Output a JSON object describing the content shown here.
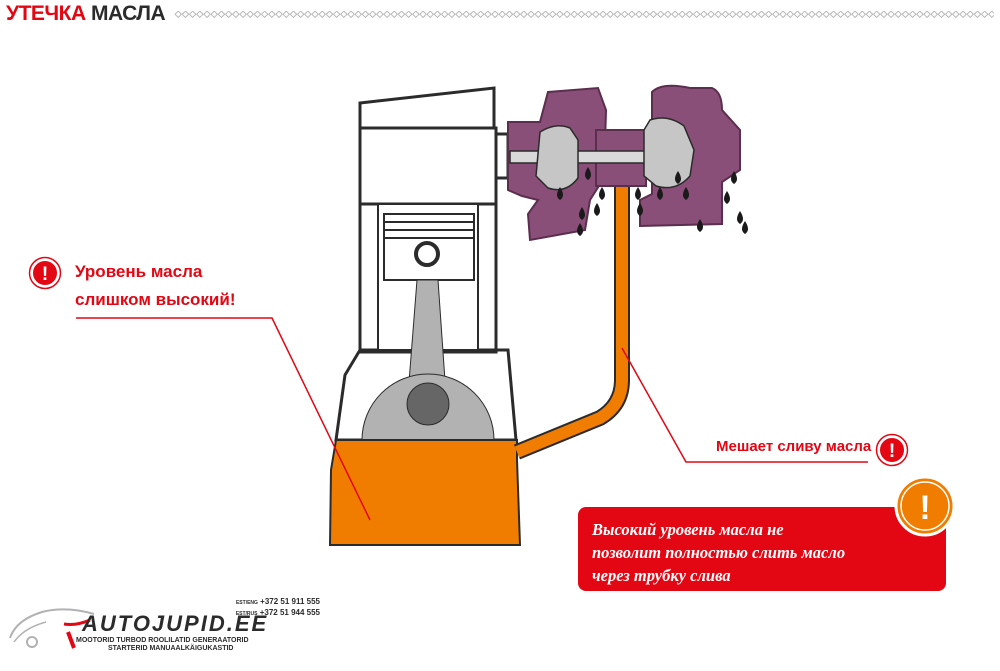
{
  "title": {
    "word1": "УТЕЧКА",
    "word2": "МАСЛА"
  },
  "labels": {
    "level_line1": "Уровень масла",
    "level_line2": "слишком высокий!",
    "drain": "Мешает сливу масла"
  },
  "info": {
    "line1": "Высокий уровень масла не",
    "line2": "позволит полностью слить масло",
    "line3": "через трубку слива"
  },
  "logo": {
    "phone_eng_prefix": "EST/ENG",
    "phone_eng": "+372 51 911 555",
    "phone_rus_prefix": "EST/RUS",
    "phone_rus": "+372 51 944 555",
    "brand": "AUTOJUPID",
    "domain": ".EE",
    "tagline1": "MOOTORID TURBOD ROOLILATID GENERAATORID",
    "tagline2": "STARTERID MANUAALKÄIGUKASTID"
  },
  "colors": {
    "accent_red": "#e30613",
    "oil_orange": "#f07d00",
    "turbo_purple": "#8a4f78",
    "engine_gray": "#9d9d9c",
    "dark_gray": "#666666"
  }
}
